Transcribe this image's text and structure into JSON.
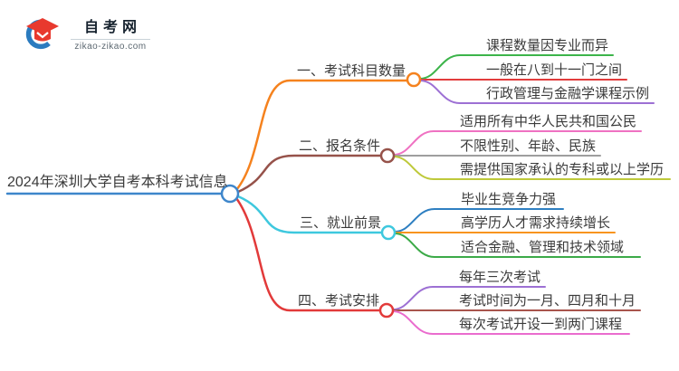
{
  "logo": {
    "site_name": "自考网",
    "site_url": "zikao-zikao.com",
    "icon_blue": "#2b7bbf",
    "icon_red": "#e8392e"
  },
  "root": {
    "label": "2024年深圳大学自考本科考试信息",
    "color": "#3e86cb"
  },
  "branches": [
    {
      "label": "一、考试科目数量",
      "color": "#f5821e",
      "children": [
        {
          "label": "课程数量因专业而异",
          "color": "#3cb44a"
        },
        {
          "label": "一般在八到十一门之间",
          "color": "#e23c3c"
        },
        {
          "label": "行政管理与金融学课程示例",
          "color": "#9d70d4"
        }
      ]
    },
    {
      "label": "二、报名条件",
      "color": "#96524a",
      "children": [
        {
          "label": "适用所有中华人民共和国公民",
          "color": "#ef72c2"
        },
        {
          "label": "不限性别、年龄、民族",
          "color": "#9e9e9e"
        },
        {
          "label": "需提供国家承认的专科或以上学历",
          "color": "#bec93a"
        }
      ]
    },
    {
      "label": "三、就业前景",
      "color": "#3ec8de",
      "children": [
        {
          "label": "毕业生竞争力强",
          "color": "#2e7fc1"
        },
        {
          "label": "高学历人才需求持续增长",
          "color": "#f8941e"
        },
        {
          "label": "适合金融、管理和技术领域",
          "color": "#3caa48"
        }
      ]
    },
    {
      "label": "四、考试安排",
      "color": "#e23a3a",
      "children": [
        {
          "label": "每年三次考试",
          "color": "#9d70d4"
        },
        {
          "label": "考试时间为一月、四月和十月",
          "color": "#a8544c"
        },
        {
          "label": "每次考试开设一到两门课程",
          "color": "#ea6cce"
        }
      ]
    }
  ]
}
